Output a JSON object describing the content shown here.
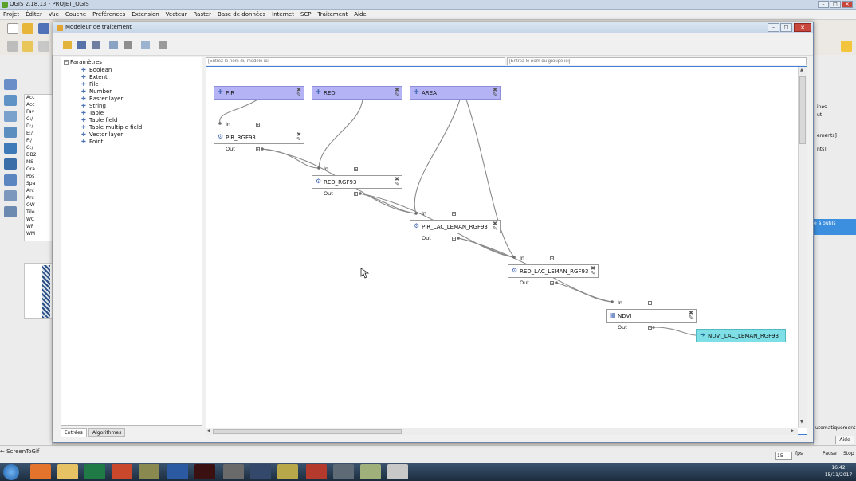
{
  "qgis": {
    "title": "QGIS 2.18.13 - PROJET_QGIS",
    "menu": [
      "Projet",
      "Éditer",
      "Vue",
      "Couche",
      "Préférences",
      "Extension",
      "Vecteur",
      "Raster",
      "Base de données",
      "Internet",
      "SCP",
      "Traitement",
      "Aide"
    ],
    "browser_items": [
      "Acc",
      "Acc",
      "Fav",
      "C:/",
      "D:/",
      "E:/",
      "F:/",
      "G:/",
      "DB2",
      "MS",
      "Ora",
      "Pos",
      "Spa",
      "Arc",
      "Arc",
      "OW",
      "Tile",
      "WC",
      "WF",
      "WM"
    ],
    "right_dock_lines": [
      "ines",
      "ut",
      "ements]",
      "nts]"
    ],
    "right_dock_highlight": "e à outils",
    "right_dock_bottom": "utomatiquement",
    "aide_label": "Aide"
  },
  "modeler": {
    "title": "Modeleur de traitement",
    "window_controls": {
      "minimize": "–",
      "maximize": "□",
      "close": "✕"
    },
    "params_root": "Paramètres",
    "params": [
      "Boolean",
      "Extent",
      "File",
      "Number",
      "Raster layer",
      "String",
      "Table",
      "Table field",
      "Table multiple field",
      "Vector layer",
      "Point"
    ],
    "model_name_placeholder": "[Entrez le nom du modèle ici]",
    "group_name_placeholder": "[Entrez le nom du groupe ici]",
    "tabs": [
      "Entrées",
      "Algorithmes"
    ]
  },
  "graph": {
    "inputs": [
      "PIR",
      "RED",
      "AREA"
    ],
    "algorithms": [
      "PIR_RGF93",
      "RED_RGF93",
      "PIR_LAC_LEMAN_RGF93",
      "RED_LAC_LEMAN_RGF93",
      "NDVI"
    ],
    "output": "NDVI_LAC_LEMAN_RGF93",
    "port_in": "In",
    "port_out": "Out",
    "colors": {
      "input": "#b3b3f5",
      "algorithm": "#ffffff",
      "output": "#7ee0e6",
      "link": "#8a8a8a"
    }
  },
  "screentogif": {
    "label": "ScreenToGif",
    "fps_value": "15",
    "fps_label": "fps",
    "pause_label": "Pause",
    "stop_label": "Stop"
  },
  "clock": {
    "time": "16:42",
    "date": "15/11/2017"
  }
}
